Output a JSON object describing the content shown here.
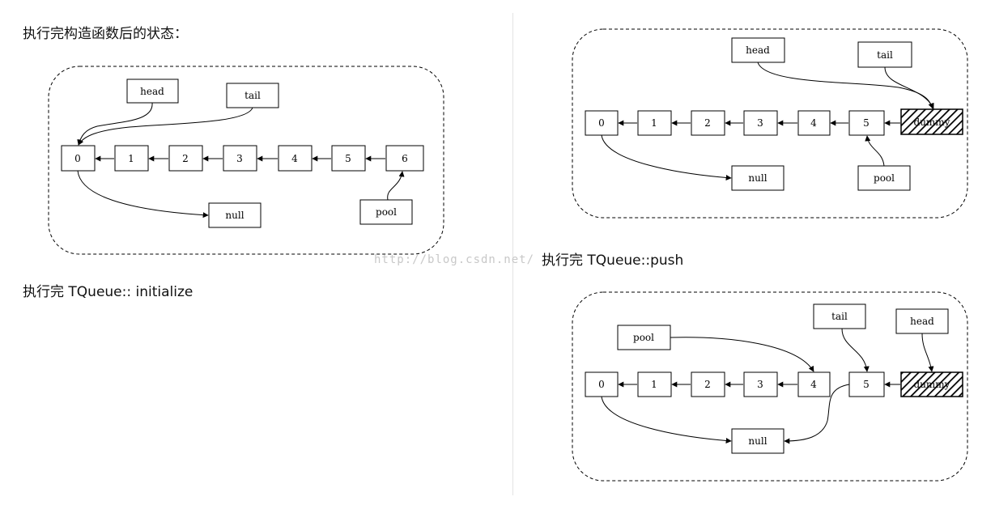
{
  "captions": {
    "after_constructor": "执行完构造函数后的状态：",
    "after_initialize": "执行完 TQueue:: initialize",
    "after_push": "执行完 TQueue::push"
  },
  "watermark": "http://blog.csdn.net/",
  "panel_a": {
    "nodes": [
      "0",
      "1",
      "2",
      "3",
      "4",
      "5",
      "6"
    ],
    "head": "head",
    "tail": "tail",
    "null": "null",
    "pool": "pool"
  },
  "panel_b": {
    "nodes": [
      "0",
      "1",
      "2",
      "3",
      "4",
      "5"
    ],
    "dummy": "dummy",
    "head": "head",
    "tail": "tail",
    "null": "null",
    "pool": "pool"
  },
  "panel_c": {
    "nodes": [
      "0",
      "1",
      "2",
      "3",
      "4",
      "5"
    ],
    "dummy": "dummy",
    "head": "head",
    "tail": "tail",
    "null": "null",
    "pool": "pool"
  }
}
